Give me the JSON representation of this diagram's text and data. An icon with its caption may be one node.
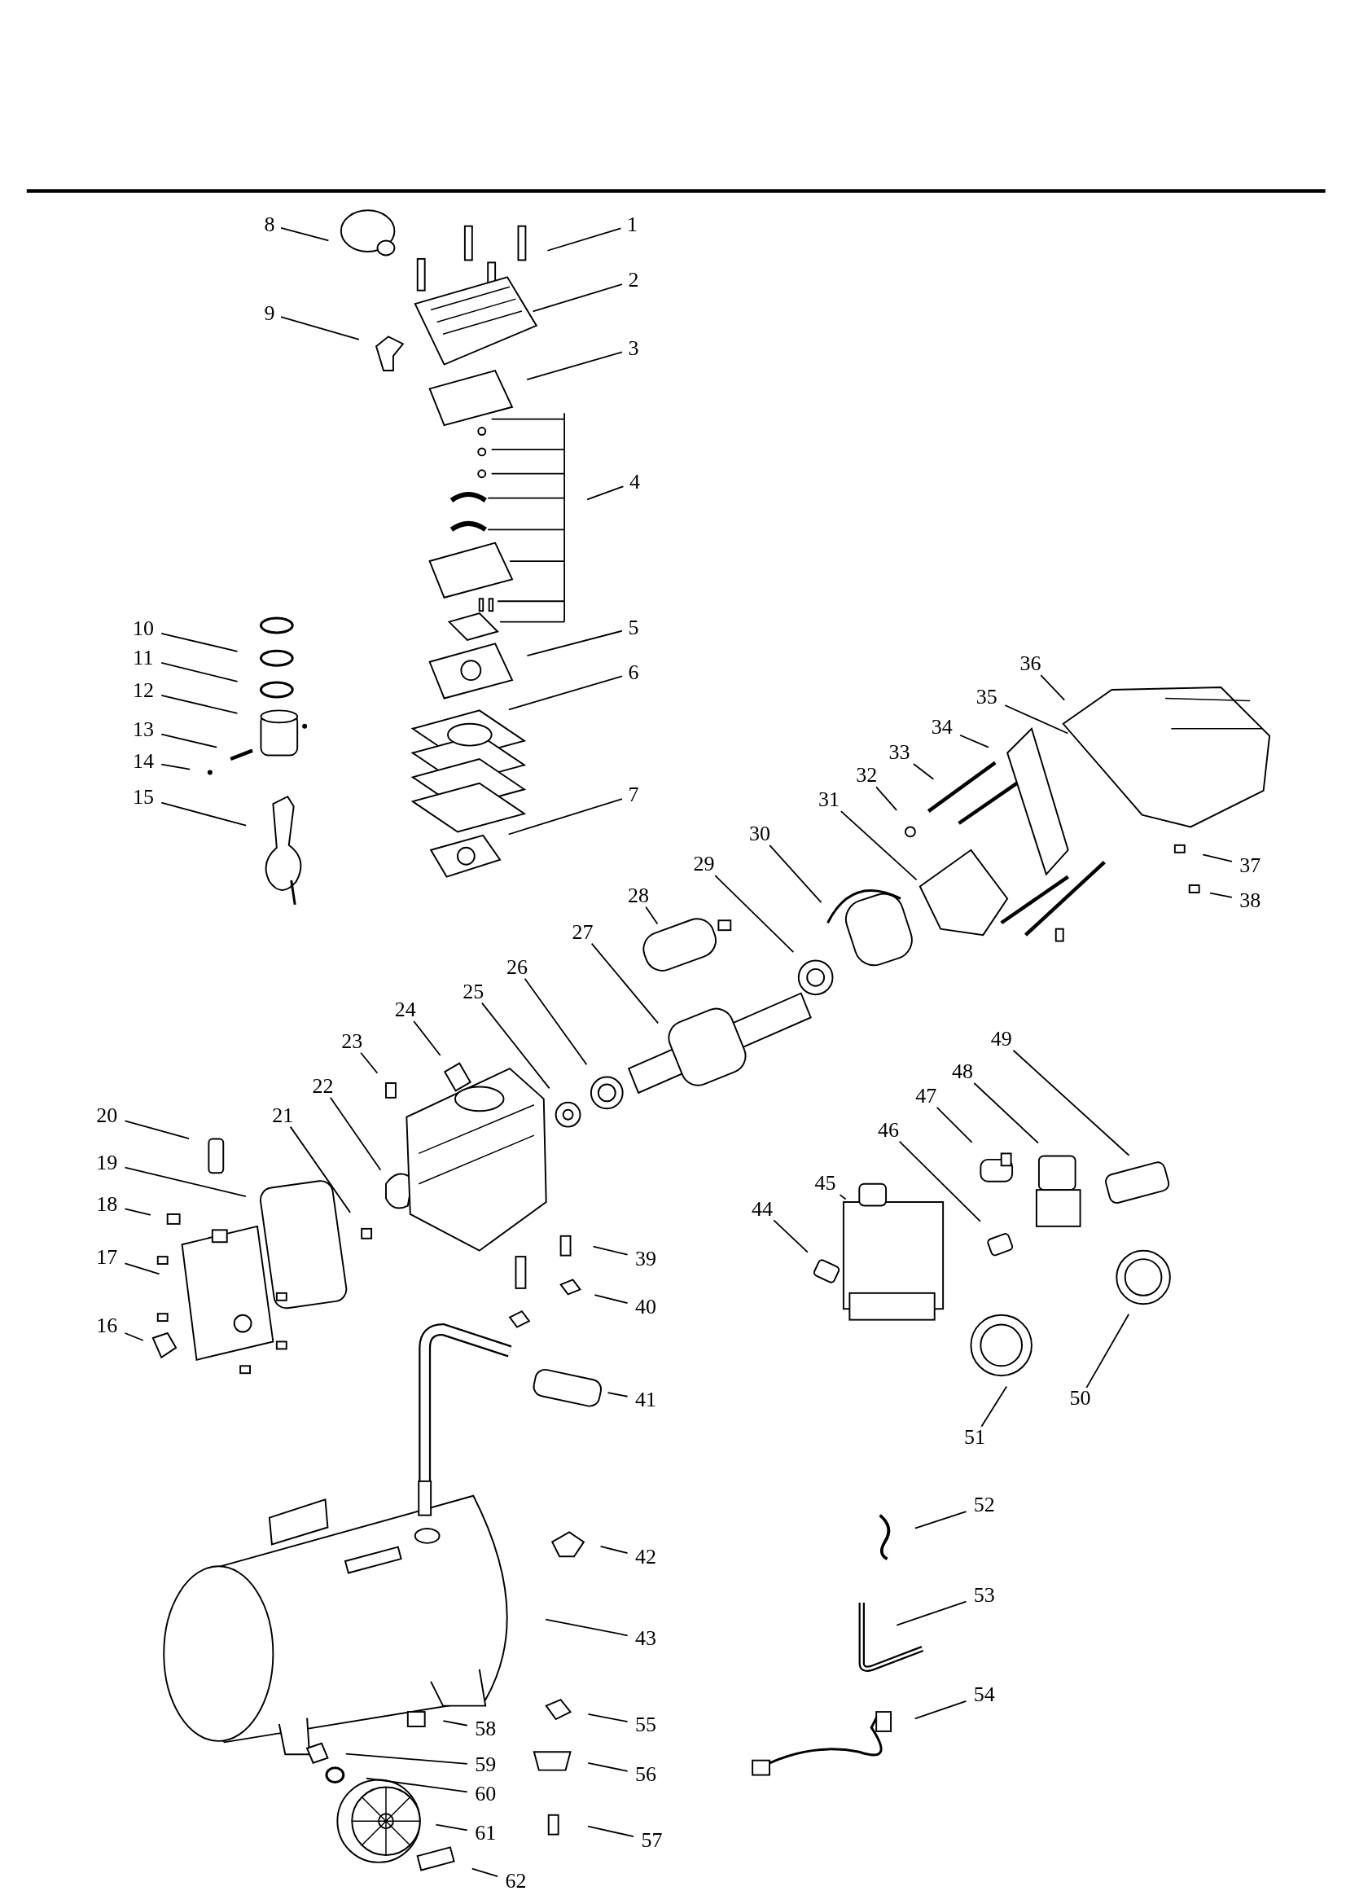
{
  "diagram": {
    "nodes": [
      {
        "text": [
          "1"
        ]
      },
      {
        "text": [
          "2"
        ]
      },
      {
        "text": [
          "3"
        ]
      },
      {
        "text": [
          "4"
        ]
      },
      {
        "text": [
          "5"
        ]
      },
      {
        "text": [
          "6"
        ]
      },
      {
        "text": [
          "7"
        ]
      },
      {
        "text": [
          "8"
        ]
      },
      {
        "text": [
          "9"
        ]
      },
      {
        "text": [
          "10"
        ]
      },
      {
        "text": [
          "11"
        ]
      },
      {
        "text": [
          "12"
        ]
      },
      {
        "text": [
          "13"
        ]
      },
      {
        "text": [
          "14"
        ]
      },
      {
        "text": [
          "15"
        ]
      },
      {
        "text": [
          "16"
        ]
      },
      {
        "text": [
          "17"
        ]
      },
      {
        "text": [
          "18"
        ]
      },
      {
        "text": [
          "19"
        ]
      },
      {
        "text": [
          "20"
        ]
      },
      {
        "text": [
          "21"
        ]
      },
      {
        "text": [
          "22"
        ]
      },
      {
        "text": [
          "23"
        ]
      },
      {
        "text": [
          "24"
        ]
      },
      {
        "text": [
          "25"
        ]
      },
      {
        "text": [
          "26"
        ]
      },
      {
        "text": [
          "27"
        ]
      },
      {
        "text": [
          "28"
        ]
      },
      {
        "text": [
          "29"
        ]
      },
      {
        "text": [
          "30"
        ]
      },
      {
        "text": [
          "31"
        ]
      },
      {
        "text": [
          "32"
        ]
      },
      {
        "text": [
          "33"
        ]
      },
      {
        "text": [
          "34"
        ]
      },
      {
        "text": [
          "35"
        ]
      },
      {
        "text": [
          "36"
        ]
      },
      {
        "text": [
          "37"
        ]
      },
      {
        "text": [
          "38"
        ]
      },
      {
        "text": [
          "39"
        ]
      },
      {
        "text": [
          "40"
        ]
      },
      {
        "text": [
          "41"
        ]
      },
      {
        "text": [
          "42"
        ]
      },
      {
        "text": [
          "43"
        ]
      },
      {
        "text": [
          "44"
        ]
      },
      {
        "text": [
          "45"
        ]
      },
      {
        "text": [
          "46"
        ]
      },
      {
        "text": [
          "47"
        ]
      },
      {
        "text": [
          "48"
        ]
      },
      {
        "text": [
          "49"
        ]
      },
      {
        "text": [
          "50"
        ]
      },
      {
        "text": [
          "51"
        ]
      },
      {
        "text": [
          "52"
        ]
      },
      {
        "text": [
          "53"
        ]
      },
      {
        "text": [
          "54"
        ]
      },
      {
        "text": [
          "55"
        ]
      },
      {
        "text": [
          "56"
        ]
      },
      {
        "text": [
          "57"
        ]
      },
      {
        "text": [
          "58"
        ]
      },
      {
        "text": [
          "59"
        ]
      },
      {
        "text": [
          "60"
        ]
      },
      {
        "text": [
          "61"
        ]
      },
      {
        "text": [
          "62"
        ]
      }
    ],
    "edges": [
      {
        "from": 0,
        "to": null,
        "arrow": "none"
      },
      {
        "from": 1,
        "to": null,
        "arrow": "none"
      },
      {
        "from": 2,
        "to": null,
        "arrow": "none"
      },
      {
        "from": 3,
        "to": null,
        "arrow": "none"
      },
      {
        "from": 4,
        "to": null,
        "arrow": "none"
      },
      {
        "from": 5,
        "to": null,
        "arrow": "none"
      },
      {
        "from": 6,
        "to": null,
        "arrow": "none"
      },
      {
        "from": 7,
        "to": null,
        "arrow": "none"
      },
      {
        "from": 8,
        "to": null,
        "arrow": "none"
      },
      {
        "from": 9,
        "to": null,
        "arrow": "none"
      },
      {
        "from": 10,
        "to": null,
        "arrow": "none"
      },
      {
        "from": 11,
        "to": null,
        "arrow": "none"
      },
      {
        "from": 12,
        "to": null,
        "arrow": "none"
      },
      {
        "from": 13,
        "to": null,
        "arrow": "none"
      },
      {
        "from": 14,
        "to": null,
        "arrow": "none"
      },
      {
        "from": 15,
        "to": null,
        "arrow": "none"
      },
      {
        "from": 16,
        "to": null,
        "arrow": "none"
      },
      {
        "from": 17,
        "to": null,
        "arrow": "none"
      },
      {
        "from": 18,
        "to": null,
        "arrow": "none"
      },
      {
        "from": 19,
        "to": null,
        "arrow": "none"
      },
      {
        "from": 20,
        "to": null,
        "arrow": "none"
      },
      {
        "from": 21,
        "to": null,
        "arrow": "none"
      },
      {
        "from": 22,
        "to": null,
        "arrow": "none"
      },
      {
        "from": 23,
        "to": null,
        "arrow": "none"
      },
      {
        "from": 24,
        "to": null,
        "arrow": "none"
      },
      {
        "from": 25,
        "to": null,
        "arrow": "none"
      },
      {
        "from": 26,
        "to": null,
        "arrow": "none"
      },
      {
        "from": 27,
        "to": null,
        "arrow": "none"
      },
      {
        "from": 28,
        "to": null,
        "arrow": "none"
      },
      {
        "from": 29,
        "to": null,
        "arrow": "none"
      },
      {
        "from": 30,
        "to": null,
        "arrow": "none"
      },
      {
        "from": 31,
        "to": null,
        "arrow": "none"
      },
      {
        "from": 32,
        "to": null,
        "arrow": "none"
      },
      {
        "from": 33,
        "to": null,
        "arrow": "none"
      },
      {
        "from": 34,
        "to": null,
        "arrow": "none"
      },
      {
        "from": 35,
        "to": null,
        "arrow": "none"
      },
      {
        "from": 36,
        "to": null,
        "arrow": "none"
      },
      {
        "from": 37,
        "to": null,
        "arrow": "none"
      },
      {
        "from": 38,
        "to": null,
        "arrow": "none"
      },
      {
        "from": 39,
        "to": null,
        "arrow": "none"
      },
      {
        "from": 40,
        "to": null,
        "arrow": "none"
      },
      {
        "from": 41,
        "to": null,
        "arrow": "none"
      },
      {
        "from": 42,
        "to": null,
        "arrow": "none"
      },
      {
        "from": 43,
        "to": null,
        "arrow": "none"
      },
      {
        "from": 44,
        "to": null,
        "arrow": "none"
      },
      {
        "from": 45,
        "to": null,
        "arrow": "none"
      },
      {
        "from": 46,
        "to": null,
        "arrow": "none"
      },
      {
        "from": 47,
        "to": null,
        "arrow": "none"
      },
      {
        "from": 48,
        "to": null,
        "arrow": "none"
      },
      {
        "from": 49,
        "to": null,
        "arrow": "none"
      },
      {
        "from": 50,
        "to": null,
        "arrow": "none"
      },
      {
        "from": 51,
        "to": null,
        "arrow": "none"
      },
      {
        "from": 52,
        "to": null,
        "arrow": "none"
      },
      {
        "from": 53,
        "to": null,
        "arrow": "none"
      },
      {
        "from": 54,
        "to": null,
        "arrow": "none"
      },
      {
        "from": 55,
        "to": null,
        "arrow": "none"
      },
      {
        "from": 56,
        "to": null,
        "arrow": "none"
      },
      {
        "from": 57,
        "to": null,
        "arrow": "none"
      },
      {
        "from": 58,
        "to": null,
        "arrow": "none"
      },
      {
        "from": 59,
        "to": null,
        "arrow": "none"
      },
      {
        "from": 60,
        "to": null,
        "arrow": "none"
      },
      {
        "from": 61,
        "to": null,
        "arrow": "none"
      }
    ]
  }
}
